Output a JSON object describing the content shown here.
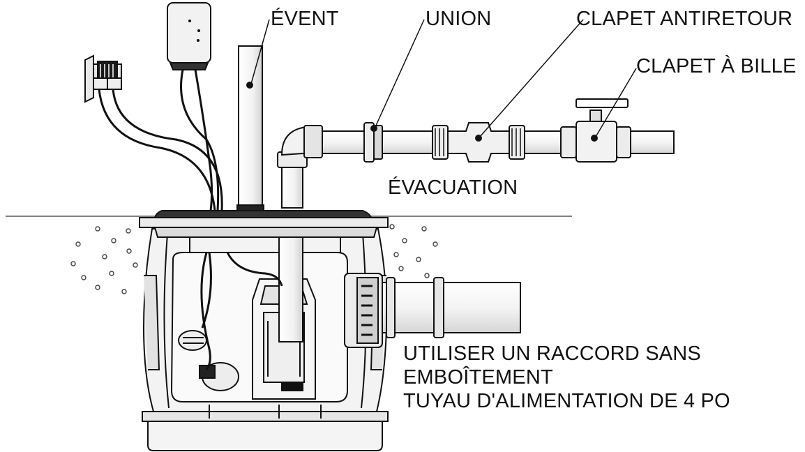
{
  "labels": {
    "event": "ÉVENT",
    "union": "UNION",
    "clapet_antiretour": "CLAPET ANTIRETOUR",
    "clapet_bille": "CLAPET À BILLE",
    "evacuation": "ÉVACUATION",
    "note_line1": "UTILISER UN RACCORD SANS",
    "note_line2": "EMBOÎTEMENT",
    "note_line3": "TUYAU D'ALIMENTATION DE 4 PO"
  },
  "colors": {
    "line": "#111111",
    "fill_light": "#f2f2f2",
    "fill_mid": "#d9d9d9",
    "fill_dark": "#1a1a1a"
  }
}
